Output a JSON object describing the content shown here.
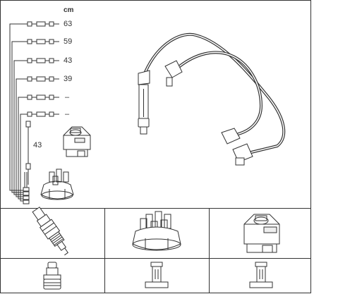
{
  "diagram": {
    "unit_label": "cm",
    "lead_lengths": [
      "63",
      "59",
      "43",
      "39",
      "–",
      "–"
    ],
    "coil_lead_length": "43"
  },
  "colors": {
    "line": "#333333",
    "background": "#ffffff"
  },
  "icons": {
    "top_left": [
      "ignition-lead-set-icon",
      "ignition-coil-icon",
      "distributor-cap-icon"
    ],
    "top_right": [
      "spark-plug-wire-set-icon"
    ],
    "middle_row": [
      "spark-plug-icon",
      "distributor-cap-icon",
      "ignition-coil-icon"
    ],
    "bottom_row": [
      "spark-plug-terminal-connector-icon",
      "cap-terminal-connector-icon",
      "coil-terminal-connector-icon"
    ]
  }
}
